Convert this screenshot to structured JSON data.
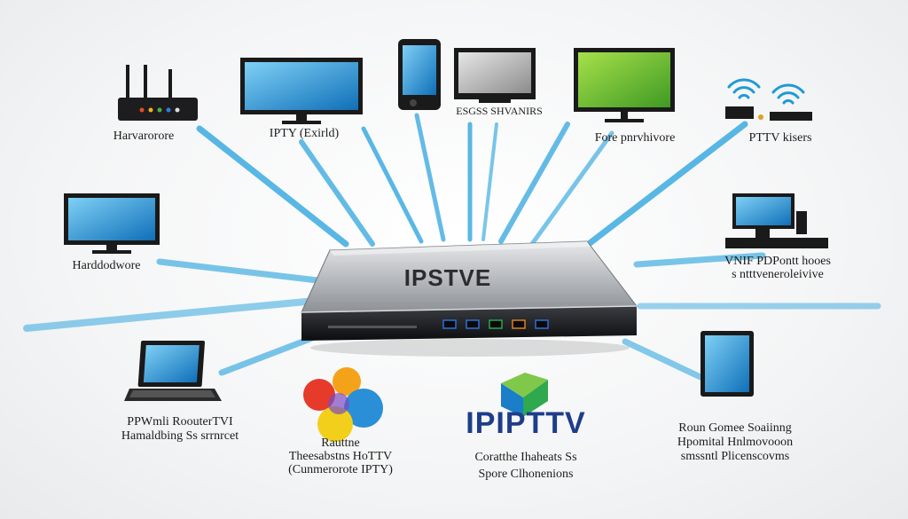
{
  "hub": {
    "brand": "IPSTVE",
    "port_colors": [
      "#2f6fd8",
      "#2f6fd8",
      "#2aa84a",
      "#e08020",
      "#2f6fd8"
    ]
  },
  "devices": {
    "router_top_left": "router-icon",
    "monitor_top": "monitor-icon",
    "tablet": "tablet-icon",
    "tv_small": "tv-icon",
    "tv_green": "tv-icon",
    "wifi_boxes": "wifi-icon",
    "monitor_left": "monitor-icon",
    "desktop_right": "desktop-icon",
    "laptop": "laptop-icon",
    "tablet_right": "tablet-icon"
  },
  "labels": {
    "top_left": "Harvarorore",
    "top_monitor": "IPTY (Exirld)",
    "top_tv": "ESGSS SHVANIRS",
    "top_green_tv": "Fore pnrvhivore",
    "top_right": "PTTV kisers",
    "mid_left": "Harddodwore",
    "mid_right_line1": "VNIF PDPontt hooes",
    "mid_right_line2": "s ntttveneroleivive",
    "bottom_left_line1": "PPWmli RoouterTVI",
    "bottom_left_line2": "Hamaldbing Ss srrnrcet",
    "bottom_center_line1": "Rauttne",
    "bottom_center_line2": "Theesabstns HoTTV",
    "bottom_center_line3": "(Cunmerorote IPTY)",
    "iptv_brand": "IPIPTTV",
    "bottom_iptv_line1": "Coratthe Ihaheats Ss",
    "bottom_iptv_line2": "Spore Clhonenions",
    "bottom_right_line1": "Roun Gomee Soaiinng",
    "bottom_right_line2": "Hpomital Hnlmovooon",
    "bottom_right_line3": "smssntl Plicenscovms"
  },
  "colors": {
    "ray": "#1f9ad6",
    "screen_blue": "#1e88d0",
    "screen_green": "#6cc33a",
    "device_dark": "#1a1a1a",
    "logo_red": "#e63a2a",
    "logo_orange": "#f5a21b",
    "logo_blue": "#2a8fd6",
    "logo_yellow": "#f2cf1a",
    "iptv_blue": "#1e3d8a"
  }
}
